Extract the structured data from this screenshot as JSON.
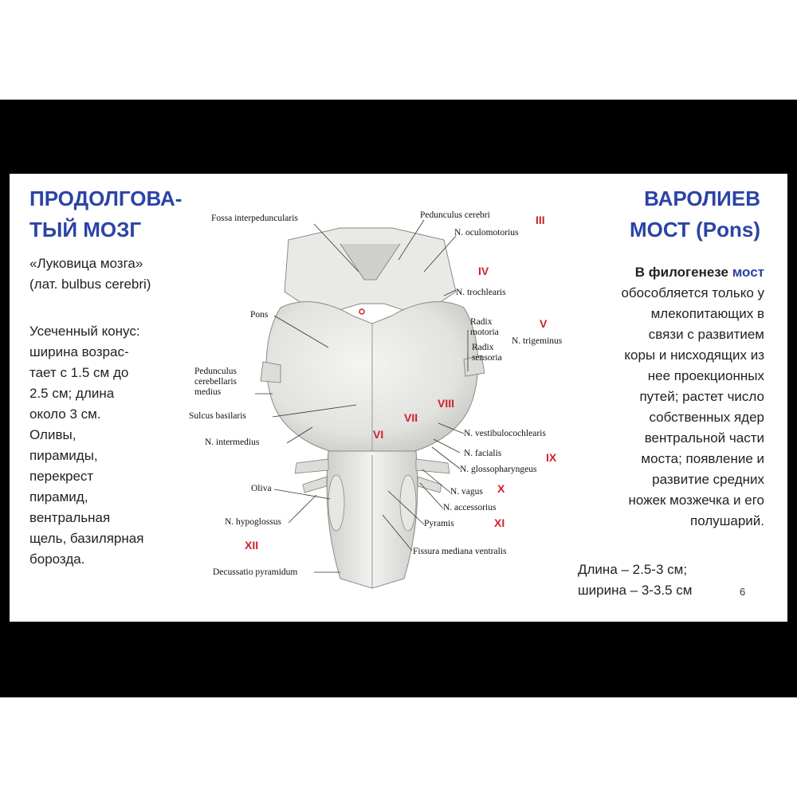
{
  "slide": {
    "title_left": {
      "line1": "ПРОДОЛГОВА-",
      "line2": "ТЫЙ МОЗГ"
    },
    "title_right": {
      "line1": "ВАРОЛИЕВ",
      "line2": "МОСТ (Pons)"
    },
    "left_text": {
      "synonym_line1": "«Луковица мозга»",
      "synonym_line2": "(лат. bulbus  cerebri)",
      "description_lines": [
        "Усеченный конус:",
        "ширина возрас-",
        "тает с 1.5 см до",
        "2.5 см; длина",
        "около 3 см.",
        "Оливы,",
        "пирамиды,",
        "перекрест",
        "пирамид,",
        "вентральная",
        "щель, базилярная",
        "борозда."
      ]
    },
    "right_text": {
      "intro_bold": "В филогенезе ",
      "intro_highlight": "мост",
      "body_lines": [
        "обособляется только у",
        "млекопитающих в",
        "связи с развитием",
        "коры и нисходящих из",
        "нее проекционных",
        "путей; растет число",
        "собственных ядер",
        "вентральной части",
        "моста; появление и",
        "развитие средних",
        "ножек мозжечка и его",
        "полушарий."
      ],
      "dimensions_line1": "Длина – 2.5-3 см;",
      "dimensions_line2": "ширина – 3-3.5 см"
    },
    "page_number": "6"
  },
  "diagram": {
    "labels": {
      "fossa": "Fossa interpeduncularis",
      "pedunculus_cerebri": "Pedunculus cerebri",
      "oculomotorius": "N. oculomotorius",
      "trochlearis": "N. trochlearis",
      "pons": "Pons",
      "radix_motoria_1": "Radix",
      "radix_motoria_2": "motoria",
      "radix_sensoria_1": "Radix",
      "radix_sensoria_2": "sensoria",
      "trigeminus": "N. trigeminus",
      "ped_cer_medius_1": "Pedunculus",
      "ped_cer_medius_2": "cerebellaris",
      "ped_cer_medius_3": "medius",
      "sulcus_basilaris": "Sulcus basilaris",
      "intermedius": "N. intermedius",
      "vestibulocochlearis": "N. vestibulocochlearis",
      "facialis": "N. facialis",
      "glossopharyngeus": "N. glossopharyngeus",
      "oliva": "Oliva",
      "vagus": "N. vagus",
      "accessorius": "N. accessorius",
      "hypoglossus": "N. hypoglossus",
      "pyramis": "Pyramis",
      "fissura": "Fissura mediana ventralis",
      "decussatio": "Decussatio pyramidum"
    },
    "roman_numerals": {
      "III": "III",
      "IV": "IV",
      "V": "V",
      "VI": "VI",
      "VII": "VII",
      "VIII": "VIII",
      "IX": "IX",
      "X": "X",
      "XI": "XI",
      "XII": "XII"
    }
  },
  "colors": {
    "title_blue": "#2b44a6",
    "numeral_red": "#d0202a",
    "band_black": "#000000"
  }
}
